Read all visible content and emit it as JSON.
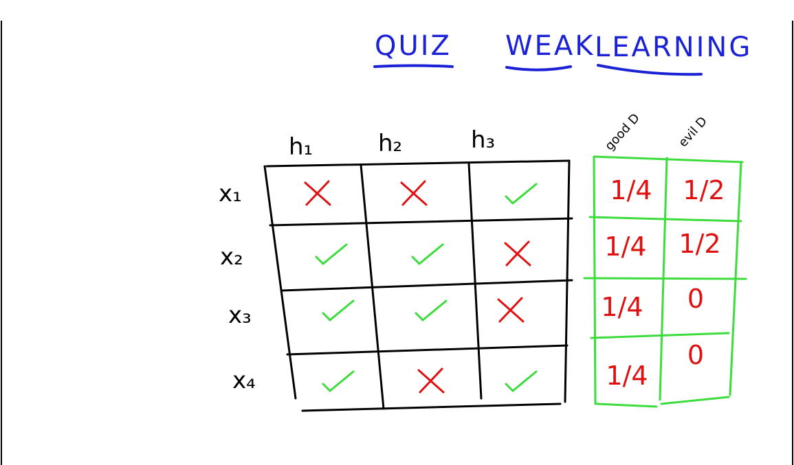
{
  "title": {
    "word1": "QUIZ",
    "word2": "WEAK",
    "word3": "LEARNING"
  },
  "columns": [
    "h₁",
    "h₂",
    "h₃"
  ],
  "rows": [
    "x₁",
    "x₂",
    "x₃",
    "x₄"
  ],
  "marks": [
    [
      "x",
      "x",
      "check"
    ],
    [
      "check",
      "check",
      "x"
    ],
    [
      "check",
      "check",
      "x"
    ],
    [
      "check",
      "x",
      "check"
    ]
  ],
  "distribution_headers": {
    "good": "good D",
    "evil": "evil D"
  },
  "good_d": [
    "1/4",
    "1/4",
    "1/4",
    "1/4"
  ],
  "evil_d": [
    "1/2",
    "1/2",
    "0",
    "0"
  ],
  "colors": {
    "title": "#1b22d6",
    "ink": "#000000",
    "check": "#3bdc3b",
    "cross": "#e01010",
    "distribution_grid": "#3bdc3b"
  },
  "icons": {
    "check": "checkmark-icon",
    "x": "cross-icon"
  }
}
